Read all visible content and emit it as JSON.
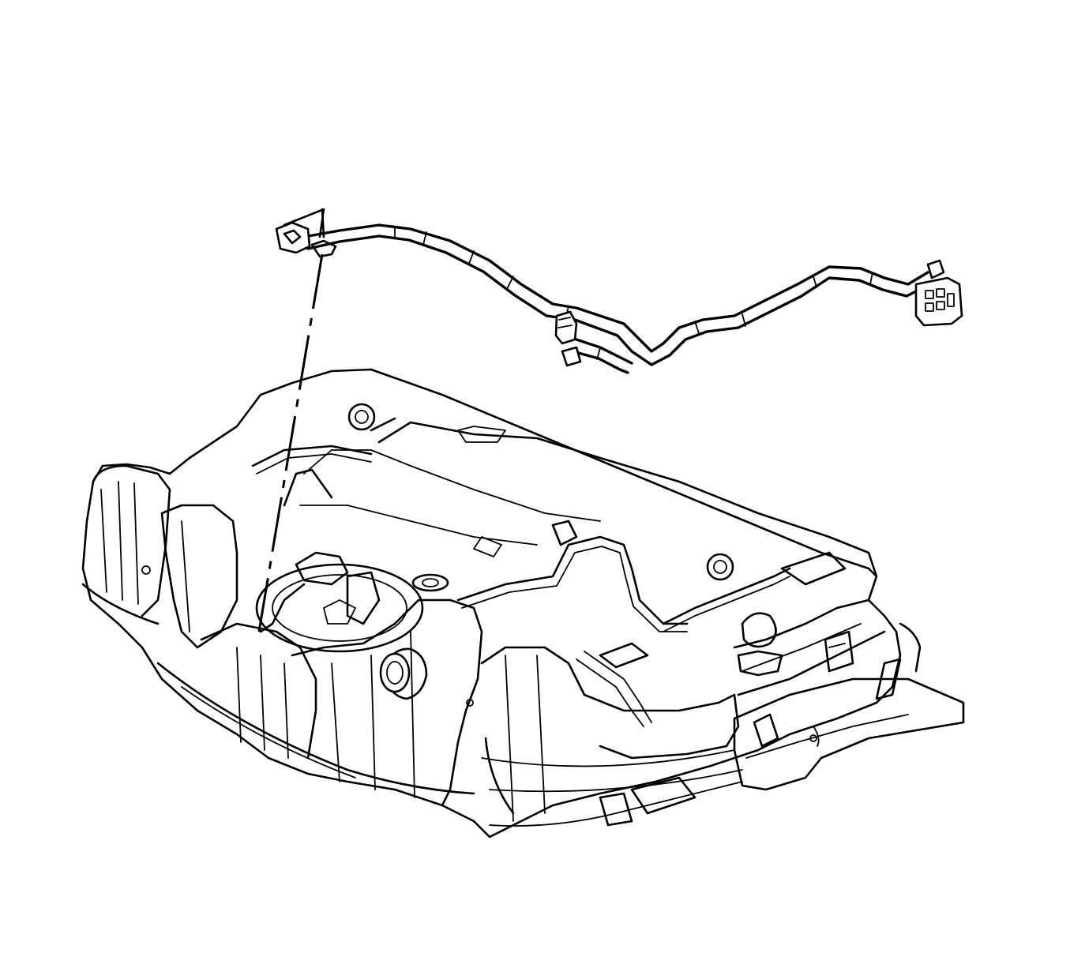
{
  "diagram": {
    "parts": [
      {
        "id": "fuel-tank",
        "icon": "fuel-tank-icon"
      },
      {
        "id": "fuel-pump-module",
        "icon": "fuel-pump-module-icon"
      },
      {
        "id": "fuel-tank-wiring-harness",
        "icon": "wiring-harness-icon"
      },
      {
        "id": "harness-connector",
        "icon": "electrical-connector-icon"
      },
      {
        "id": "fuel-filler-neck",
        "icon": "filler-neck-icon"
      },
      {
        "id": "evap-canister",
        "icon": "evap-canister-icon"
      },
      {
        "id": "heat-shield",
        "icon": "heat-shield-icon"
      }
    ],
    "line_color": "#000000",
    "background": "#ffffff"
  }
}
